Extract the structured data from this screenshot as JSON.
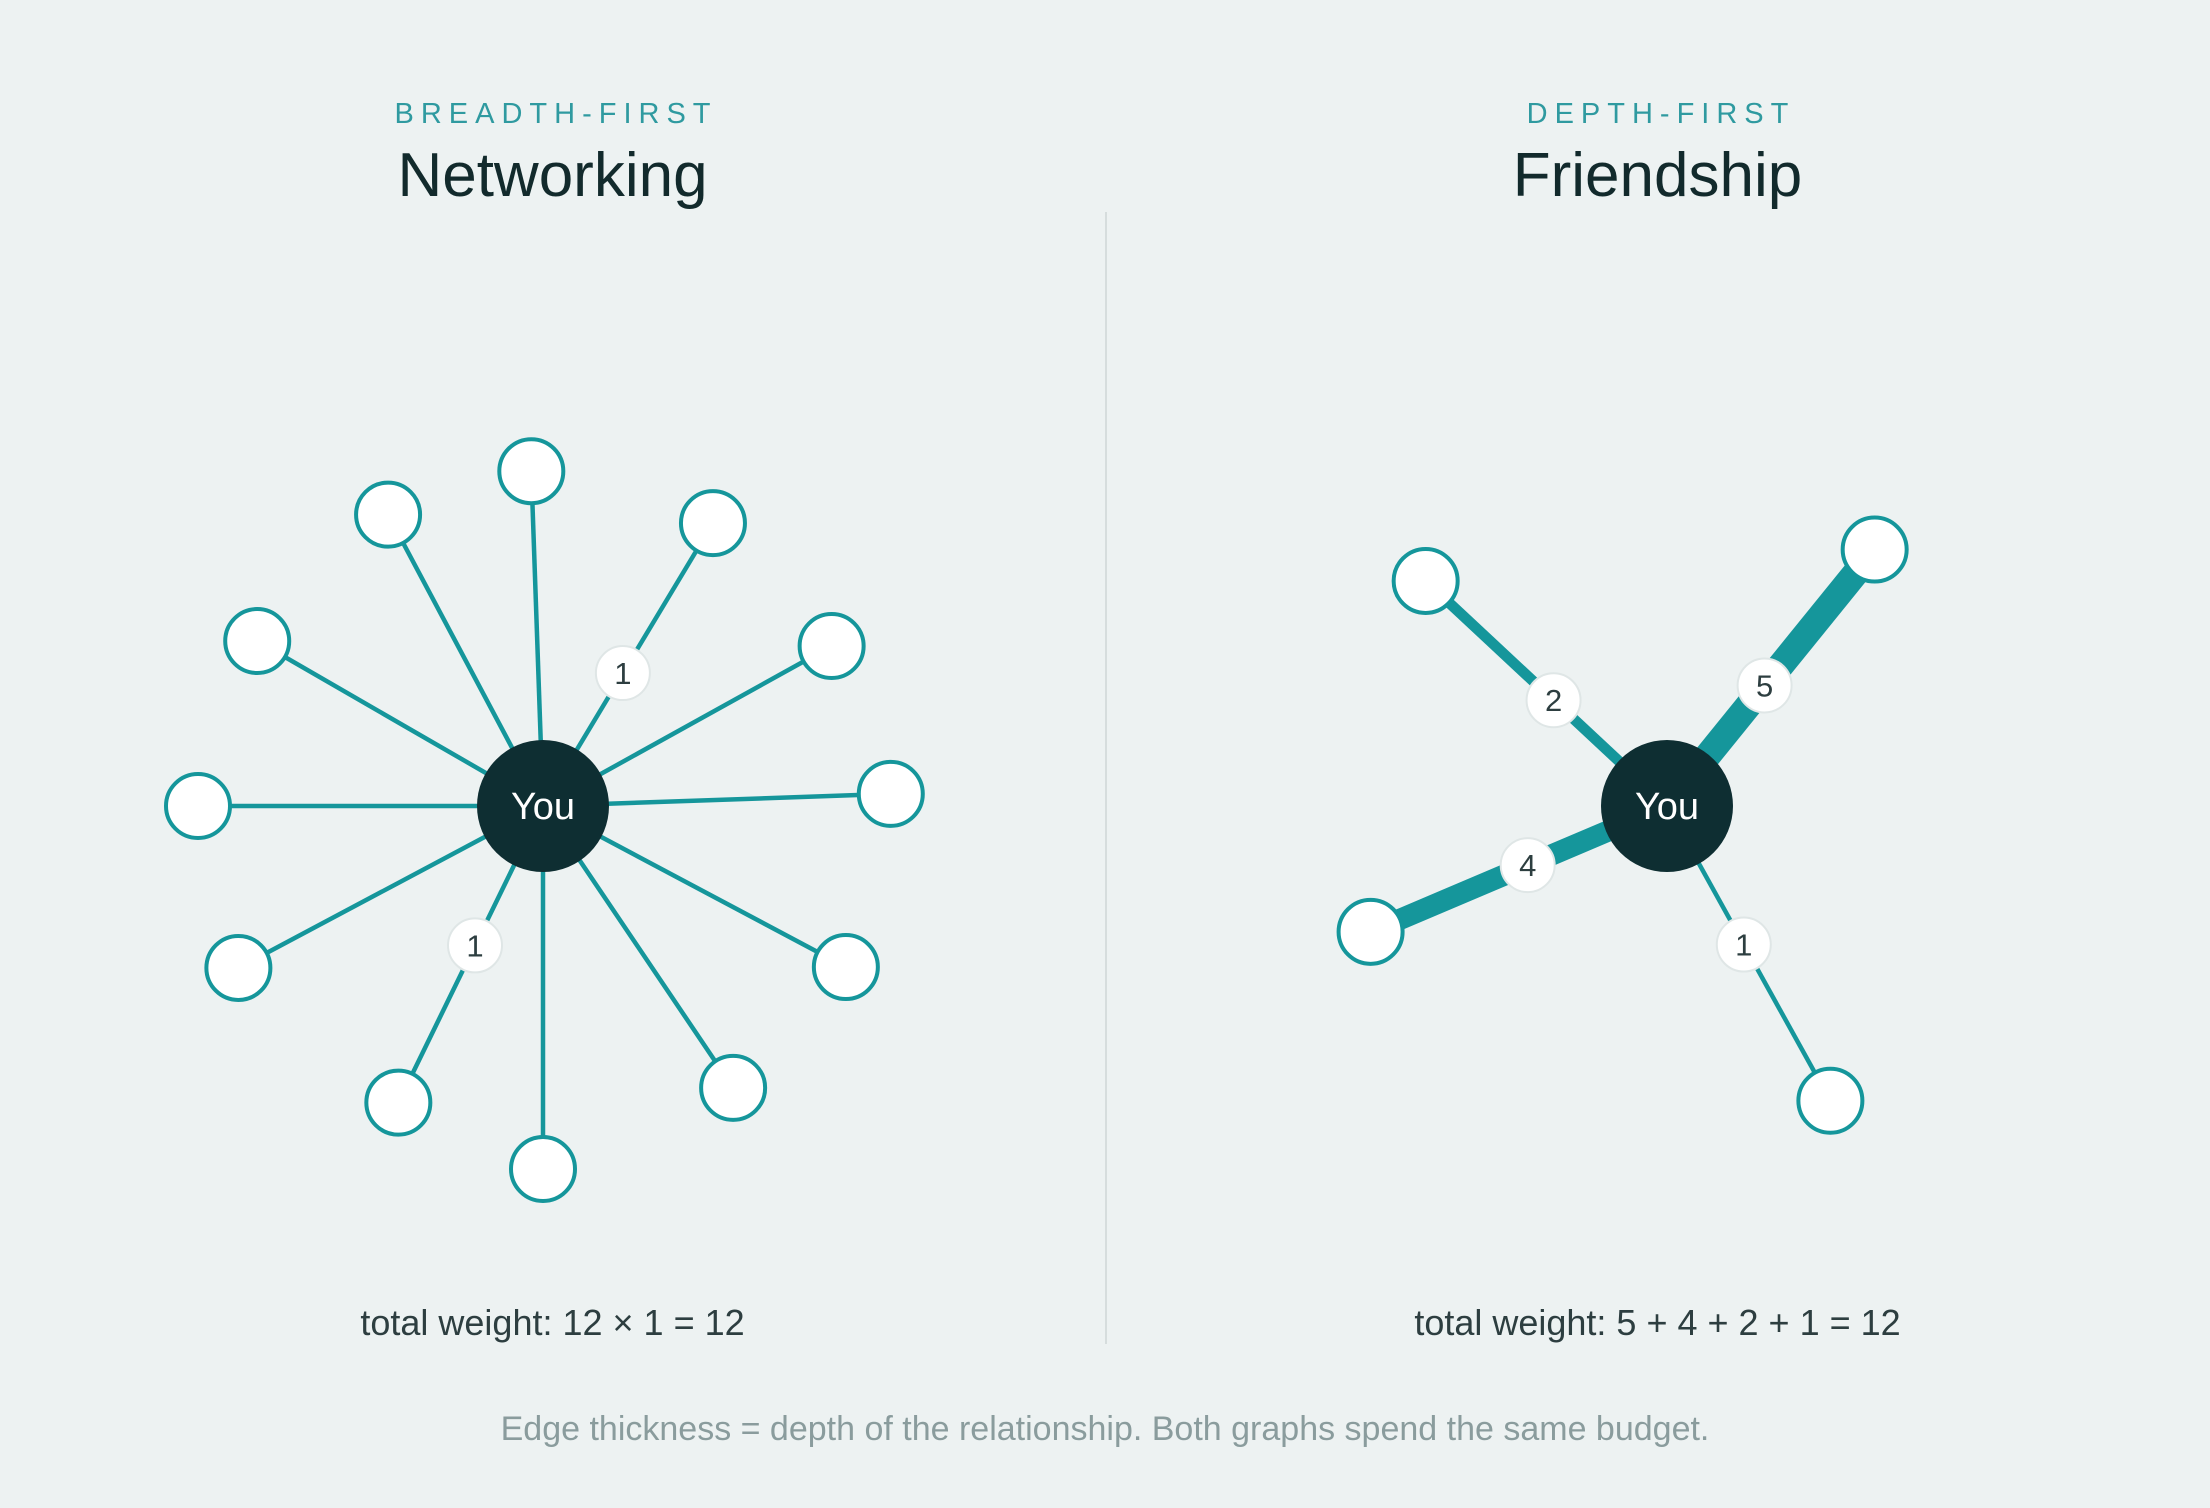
{
  "left": {
    "eyebrow": "BREADTH-FIRST",
    "title": "Networking",
    "center_label": "You",
    "total_weight": "total weight: 12 × 1 = 12",
    "edges": [
      {
        "angle": -118,
        "length": 330,
        "weight": 1,
        "label": ""
      },
      {
        "angle": -92,
        "length": 335,
        "weight": 1,
        "label": ""
      },
      {
        "angle": -59,
        "length": 330,
        "weight": 1,
        "label": "1"
      },
      {
        "angle": -150,
        "length": 330,
        "weight": 1,
        "label": ""
      },
      {
        "angle": -29,
        "length": 330,
        "weight": 1,
        "label": ""
      },
      {
        "angle": 180,
        "length": 345,
        "weight": 1,
        "label": ""
      },
      {
        "angle": -2,
        "length": 348,
        "weight": 1,
        "label": ""
      },
      {
        "angle": 152,
        "length": 345,
        "weight": 1,
        "label": ""
      },
      {
        "angle": 28,
        "length": 343,
        "weight": 1,
        "label": ""
      },
      {
        "angle": 116,
        "length": 330,
        "weight": 1,
        "label": "1"
      },
      {
        "angle": 56,
        "length": 340,
        "weight": 1,
        "label": ""
      },
      {
        "angle": 90,
        "length": 363,
        "weight": 1,
        "label": ""
      }
    ]
  },
  "right": {
    "eyebrow": "DEPTH-FIRST",
    "title": "Friendship",
    "center_label": "You",
    "total_weight": "total weight: 5 + 4 + 2 + 1 = 12",
    "edges": [
      {
        "angle": -51,
        "length": 330,
        "weight": 5,
        "label": "5"
      },
      {
        "angle": -137,
        "length": 330,
        "weight": 2,
        "label": "2"
      },
      {
        "angle": 157,
        "length": 322,
        "weight": 4,
        "label": "4"
      },
      {
        "angle": 61,
        "length": 337,
        "weight": 1,
        "label": "1"
      }
    ]
  },
  "caption": "Edge thickness = depth of the relationship. Both graphs spend the same budget.",
  "colors": {
    "edge": "#15969b",
    "center": "#0e2e32",
    "node_fill": "#ffffff",
    "node_stroke": "#15969b",
    "label_text": "#2d3e40",
    "background": "#edf2f2"
  }
}
